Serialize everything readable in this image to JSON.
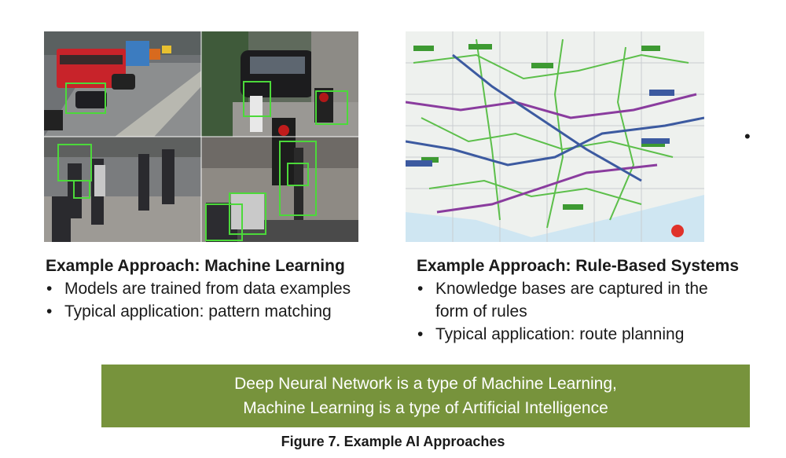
{
  "ml": {
    "heading": "Example Approach: Machine Learning",
    "bullets": [
      "Models are trained from data examples",
      "Typical application: pattern matching"
    ]
  },
  "rules": {
    "heading": "Example Approach: Rule-Based Systems",
    "bullets": [
      "Knowledge bases are captured in the form of rules",
      "Typical application: route planning"
    ]
  },
  "banner": {
    "line1": "Deep Neural Network is a type of Machine Learning,",
    "line2": "Machine Learning is a type of Artificial Intelligence"
  },
  "caption": "Figure 7. Example AI Approaches",
  "bullet_glyph": "•",
  "colors": {
    "banner": "#77933c",
    "detection_box": "#4cd93a",
    "map_green_route": "#5cbf4a",
    "map_purple_route": "#8a3c9e",
    "map_blue_route": "#3c5aa0"
  }
}
